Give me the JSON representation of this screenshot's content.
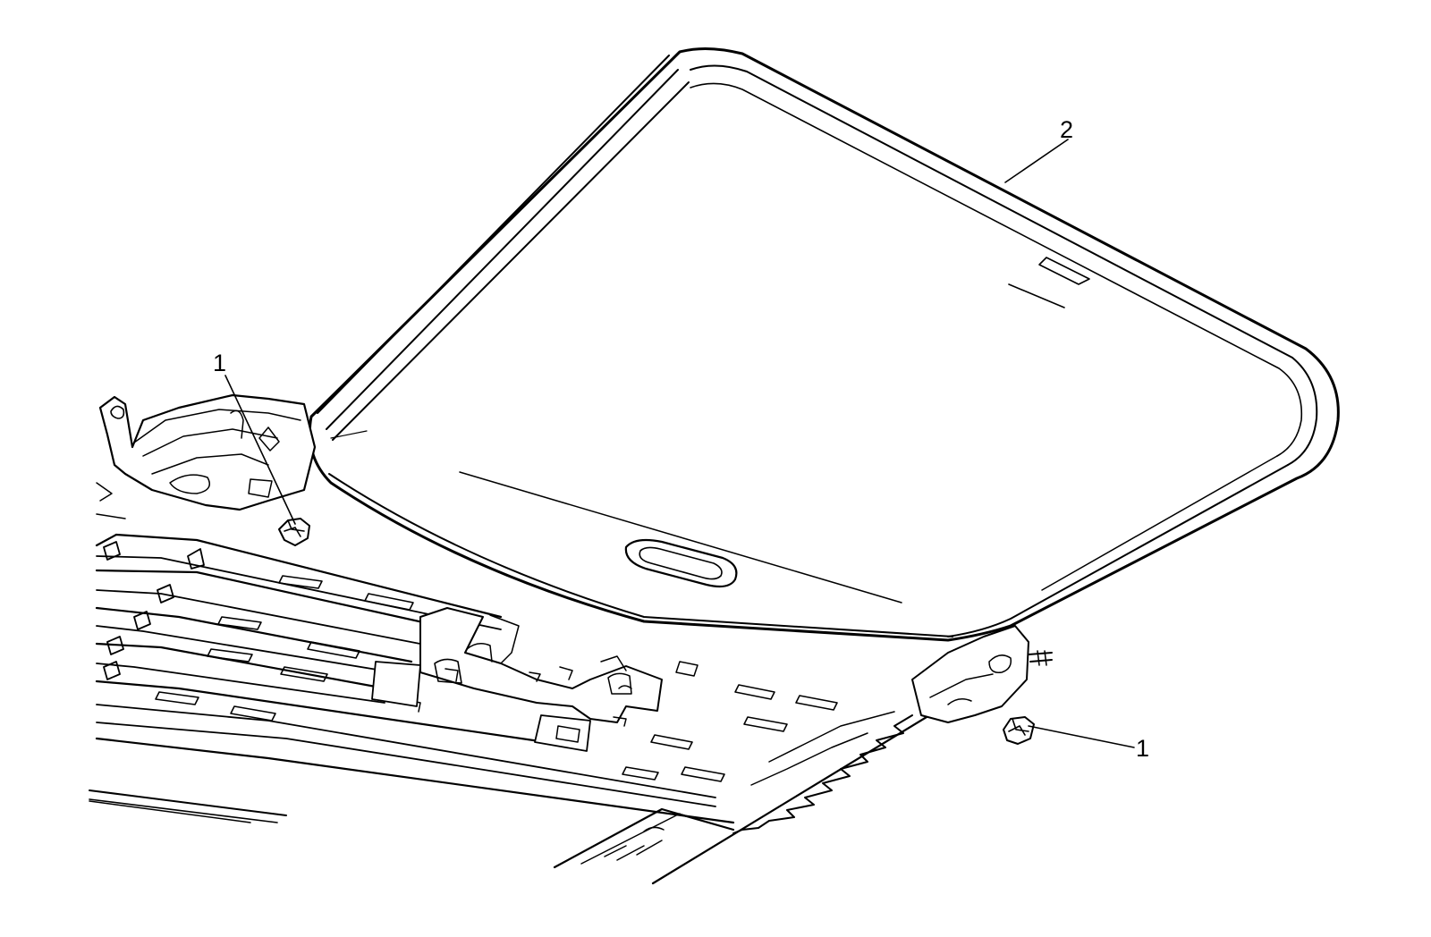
{
  "callouts": [
    {
      "id": "clip-left",
      "label": "1"
    },
    {
      "id": "panel",
      "label": "2"
    },
    {
      "id": "clip-right",
      "label": "1"
    }
  ]
}
